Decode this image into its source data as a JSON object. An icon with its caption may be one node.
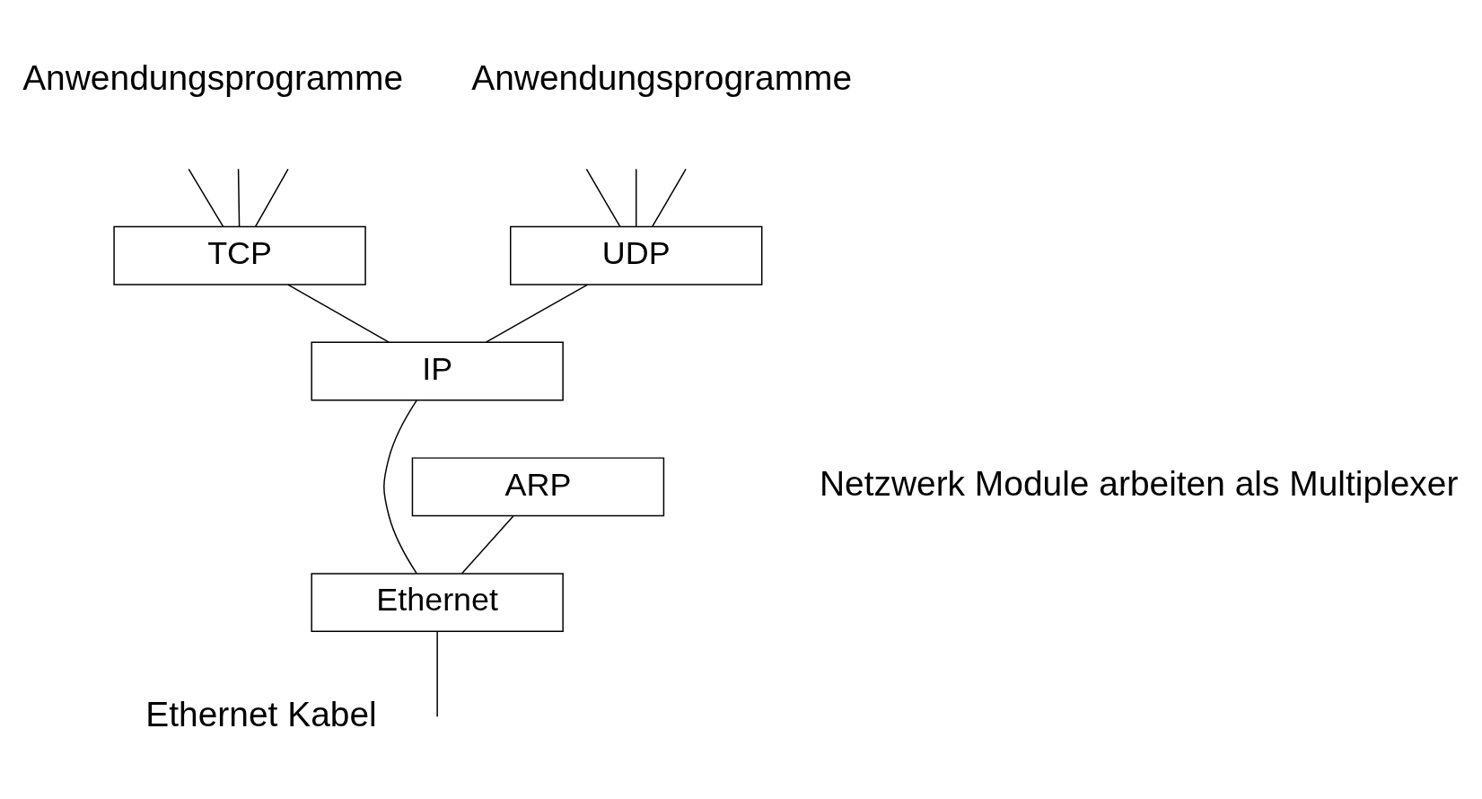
{
  "diagram": {
    "nodes": [
      {
        "text": [
          "TCP"
        ]
      },
      {
        "text": [
          "UDP"
        ]
      },
      {
        "text": [
          "IP"
        ]
      },
      {
        "text": [
          "ARP"
        ]
      },
      {
        "text": [
          "Ethernet"
        ]
      }
    ],
    "edges": [
      {
        "from": null,
        "to": 0,
        "arrow": "none"
      },
      {
        "from": null,
        "to": 0,
        "arrow": "none"
      },
      {
        "from": null,
        "to": 0,
        "arrow": "none"
      },
      {
        "from": null,
        "to": 1,
        "arrow": "none"
      },
      {
        "from": null,
        "to": 1,
        "arrow": "none"
      },
      {
        "from": null,
        "to": 1,
        "arrow": "none"
      },
      {
        "from": 0,
        "to": 2,
        "arrow": "none"
      },
      {
        "from": 1,
        "to": 2,
        "arrow": "none"
      },
      {
        "from": 2,
        "to": 4,
        "arrow": "none"
      },
      {
        "from": 3,
        "to": 4,
        "arrow": "none"
      },
      {
        "from": 4,
        "to": null,
        "arrow": "none"
      }
    ],
    "labels": [
      "Anwendungsprogramme",
      "Anwendungsprogramme",
      "Netzwerk Module arbeiten als Multiplexer",
      "Ethernet Kabel"
    ]
  }
}
